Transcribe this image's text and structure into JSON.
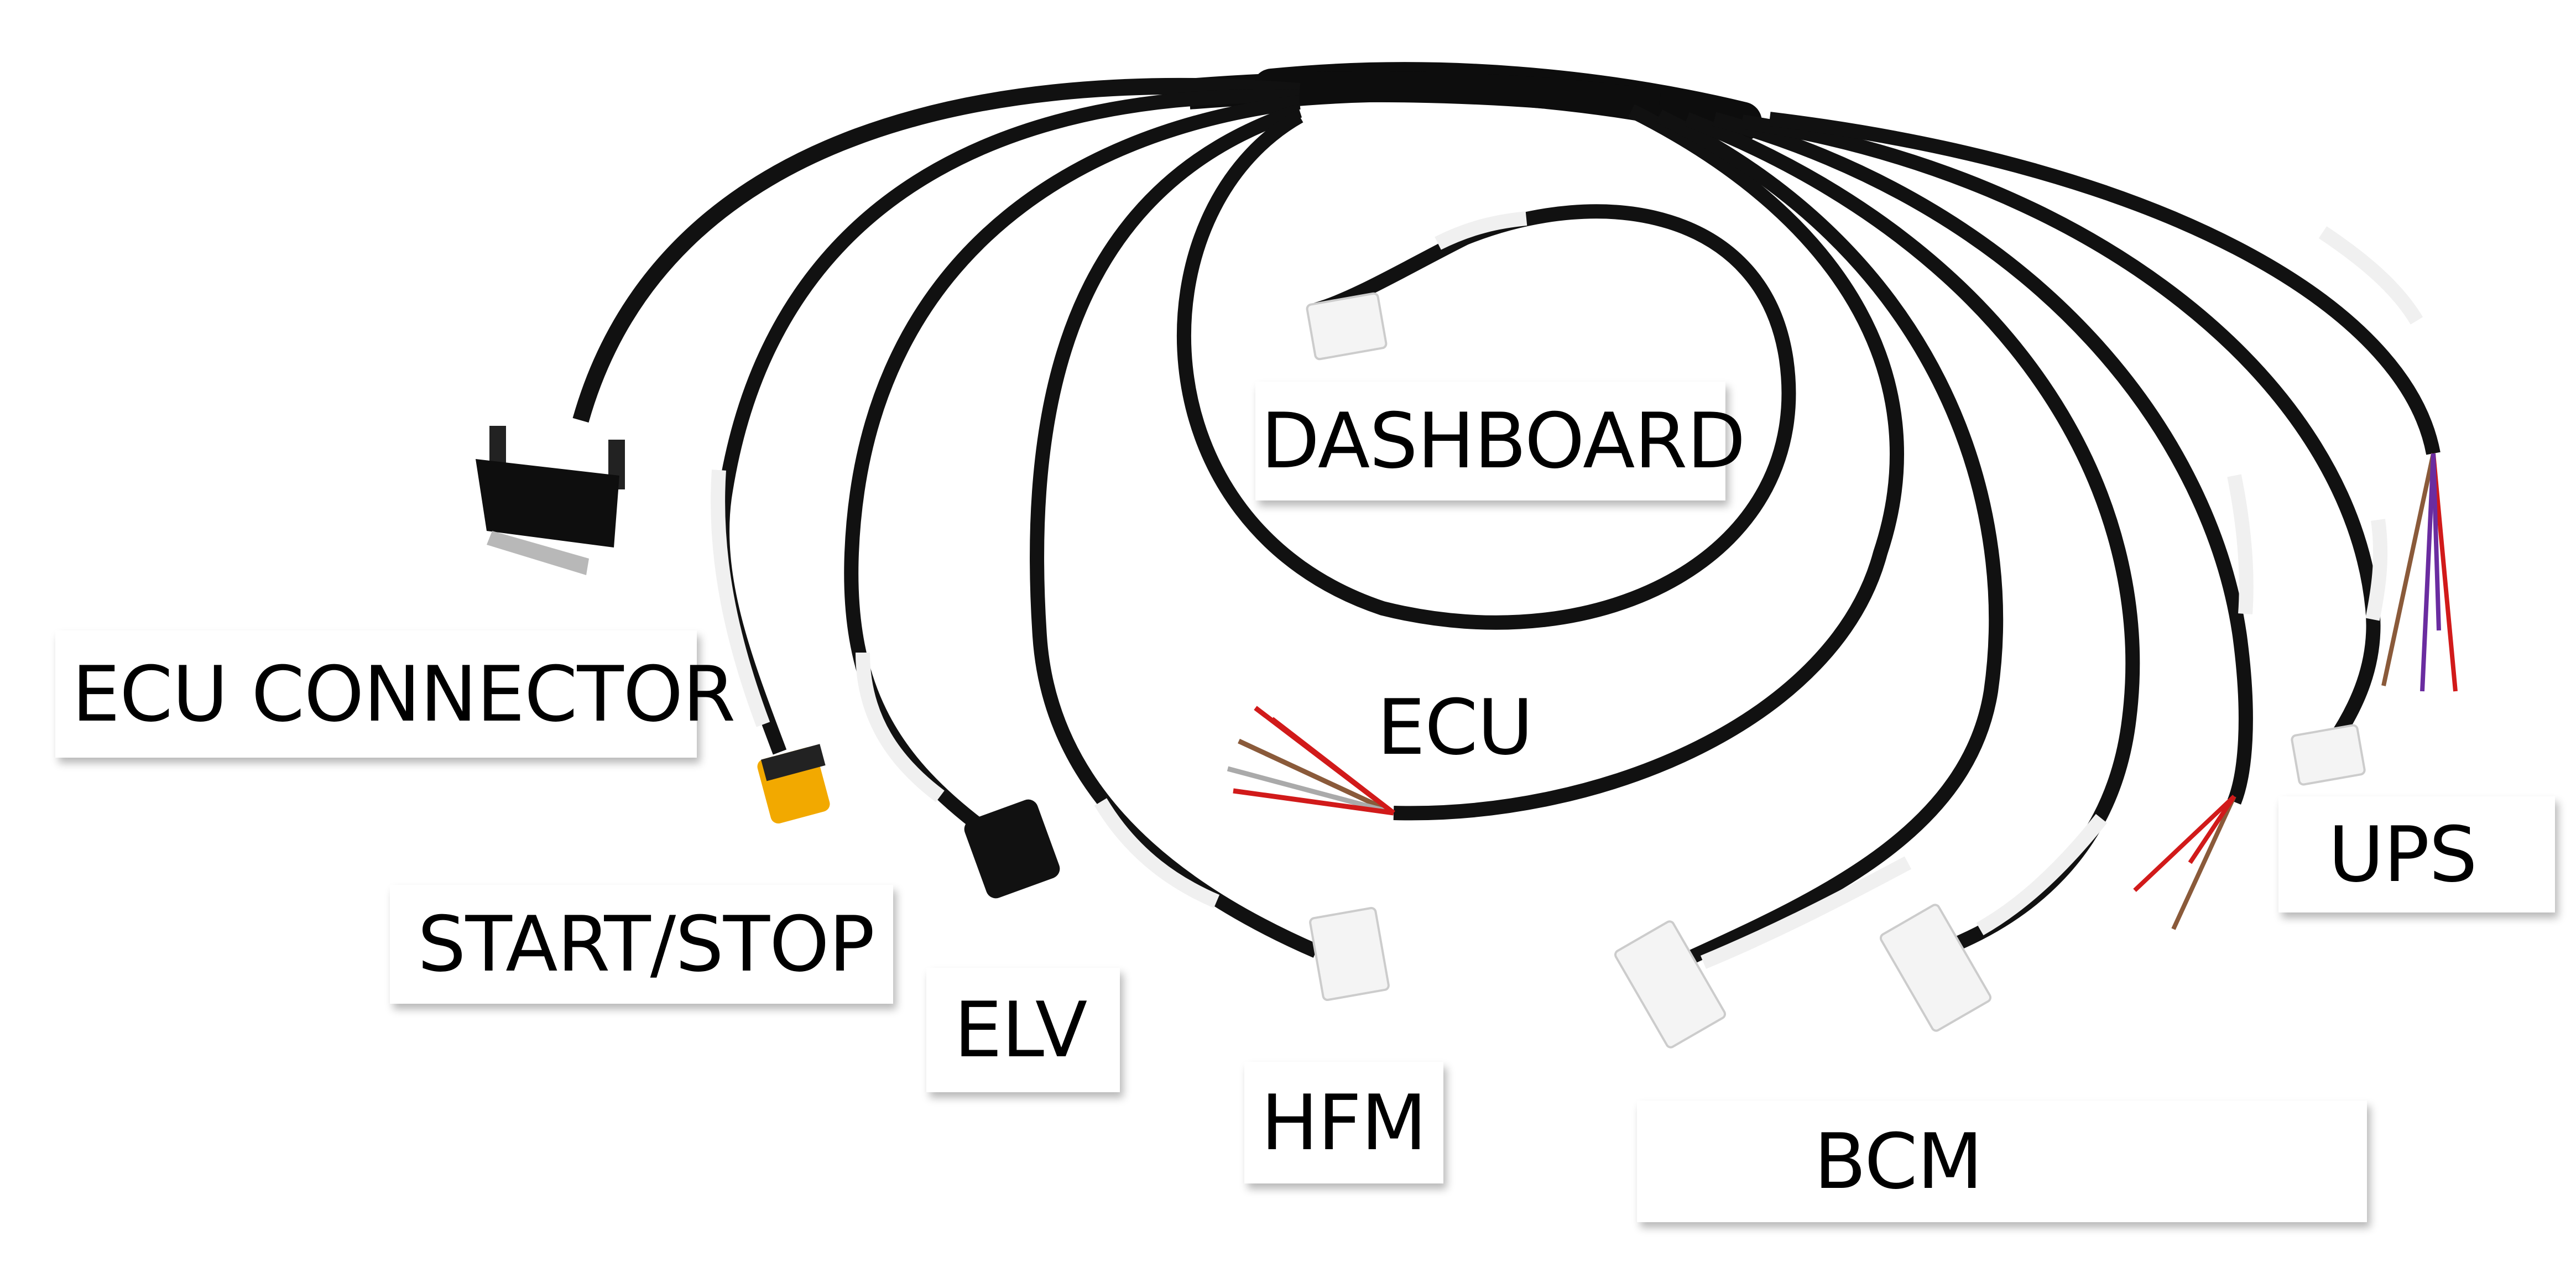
{
  "labels": {
    "dashboard": "DASHBOARD",
    "ecu_connector": "ECU CONNECTOR",
    "ecu": "ECU",
    "start_stop": "START/STOP",
    "elv": "ELV",
    "hfm": "HFM",
    "bcm": "BCM",
    "ups": "UPS"
  },
  "colors": {
    "background": "#ffffff",
    "cable": "#111111",
    "sleeve": "#f2f2f2",
    "connector_white": "#f4f4f4",
    "connector_yellow": "#f2a900",
    "wire_red": "#d11a1a",
    "wire_brown": "#8a5a3a",
    "wire_purple": "#6a2ca0"
  }
}
